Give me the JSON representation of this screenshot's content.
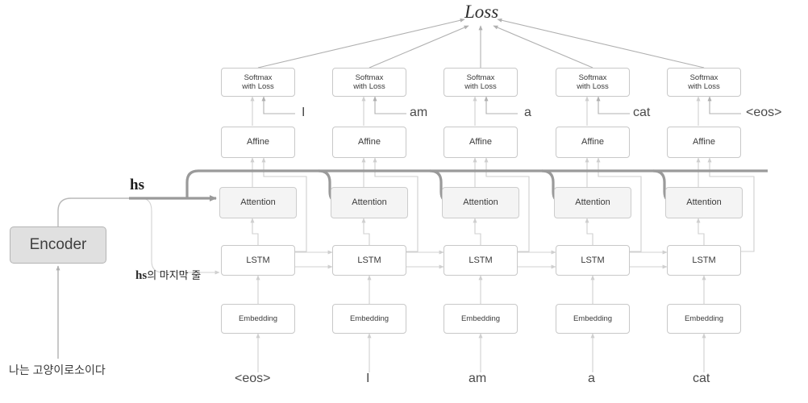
{
  "diagram": {
    "title_label": "Loss",
    "encoder": {
      "label": "Encoder",
      "input_text": "나는 고양이로소이다"
    },
    "bus_labels": {
      "hs": "hs",
      "hs_last_row": "의 마지막 줄",
      "hs_last_row_bold": "hs"
    },
    "row_labels": {
      "softmax": "Softmax\nwith Loss",
      "softmax_line1": "Softmax",
      "softmax_line2": "with Loss",
      "affine": "Affine",
      "attention": "Attention",
      "lstm": "LSTM",
      "embedding": "Embedding"
    },
    "columns": [
      {
        "input_token": "<eos>",
        "teacher_label": "I"
      },
      {
        "input_token": "I",
        "teacher_label": "am"
      },
      {
        "input_token": "am",
        "teacher_label": "a"
      },
      {
        "input_token": "a",
        "teacher_label": "cat"
      },
      {
        "input_token": "cat",
        "teacher_label": "<eos>"
      }
    ],
    "colors": {
      "line": "#b0b0b0",
      "line_light": "#d6d6d6",
      "bus": "#9a9a9a",
      "box_border": "#c8c8c8",
      "box_shaded": "#f4f4f4",
      "encoder_fill": "#e0e0e0",
      "text": "#3a3a3a"
    }
  }
}
